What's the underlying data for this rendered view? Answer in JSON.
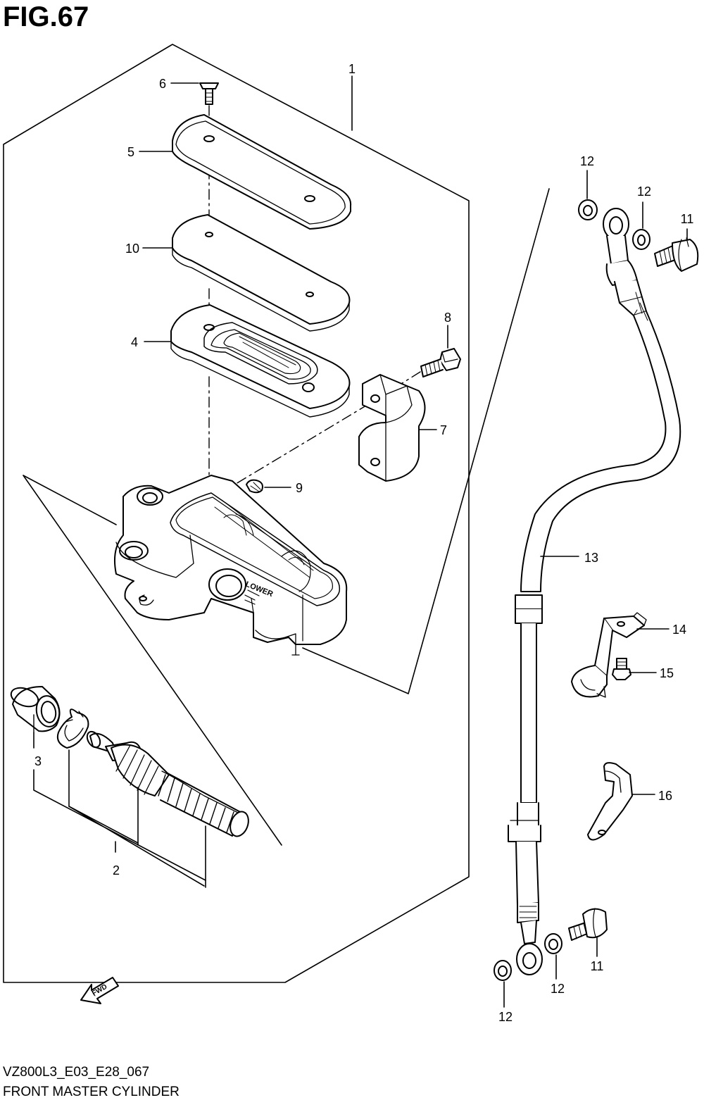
{
  "figure": {
    "title": "FIG.67",
    "code": "VZ800L3_E03_E28_067",
    "name": "FRONT MASTER CYLINDER"
  },
  "fwd_label": "FWD",
  "lower_label": "LOWER",
  "callouts": {
    "c1": "1",
    "c2": "2",
    "c3": "3",
    "c4": "4",
    "c5": "5",
    "c6": "6",
    "c7": "7",
    "c8": "8",
    "c9": "9",
    "c10": "10",
    "c11a": "11",
    "c11b": "11",
    "c12a": "12",
    "c12b": "12",
    "c12c": "12",
    "c12d": "12",
    "c13": "13",
    "c14": "14",
    "c15": "15",
    "c16": "16"
  }
}
